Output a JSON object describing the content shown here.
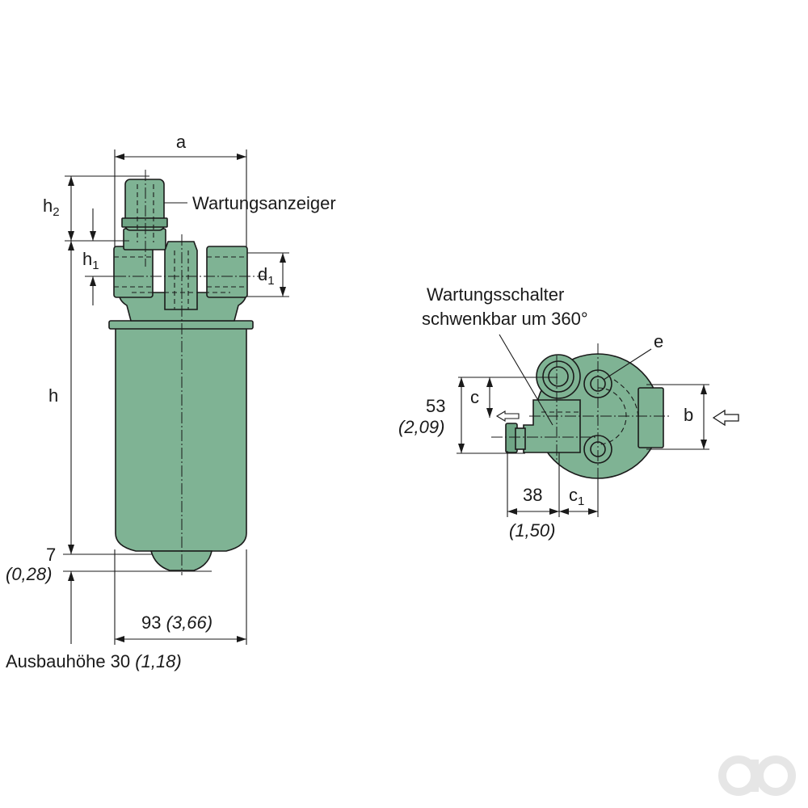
{
  "labels": {
    "a": "a",
    "h2": "h",
    "h2_sub": "2",
    "h1": "h",
    "h1_sub": "1",
    "h": "h",
    "d1": "d",
    "d1_sub": "1",
    "maintenance_indicator": "Wartungsanzeiger",
    "seven": "7",
    "seven_inch": "(0,28)",
    "width_93": "93",
    "width_93_inch": "(3,66)",
    "removal_height": "Ausbauhöhe 30",
    "removal_height_inch": "(1,18)",
    "switch_line1": "Wartungsschalter",
    "switch_line2": "schwenkbar um 360°",
    "e": "e",
    "c": "c",
    "fifty_three": "53",
    "fifty_three_inch": "(2,09)",
    "b": "b",
    "thirty_eight": "38",
    "thirty_eight_inch": "(1,50)",
    "c1": "c",
    "c1_sub": "1"
  },
  "colors": {
    "filter_body": "#7fb394",
    "lines": "#1a1a1a",
    "logo": "#e6e6e6"
  },
  "icons": {
    "logo": "ao-logo"
  }
}
